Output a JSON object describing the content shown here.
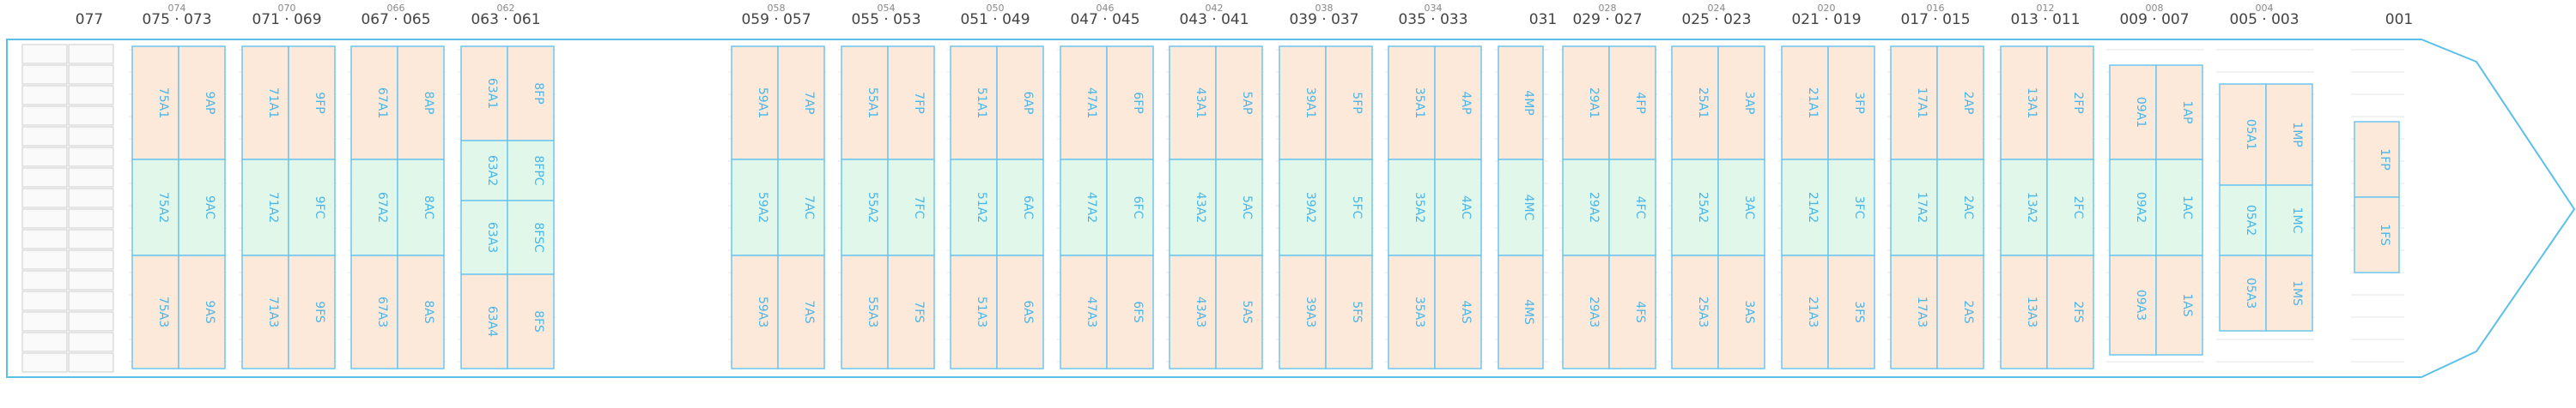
{
  "colors": {
    "hull": "#5bc0e8",
    "slot_peach": "#fde9da",
    "slot_green": "#e0f7ea",
    "slot_blue_border": "#6ec6ee",
    "slot_text": "#4ab6e8",
    "bay_text": "#444444",
    "bay_sub_text": "#888888",
    "grey_grid": "#cccccc"
  },
  "bays": [
    {
      "label": "077",
      "sub": "",
      "hold": "accommodation",
      "slots": []
    },
    {
      "label": "075 · 073",
      "sub": "074",
      "slots": [
        {
          "row": "upper",
          "text": "75A1",
          "shade": "peach"
        },
        {
          "row": "upper",
          "text": "9AP",
          "shade": "peach"
        },
        {
          "row": "middle",
          "text": "75A2",
          "shade": "green"
        },
        {
          "row": "middle",
          "text": "9AC",
          "shade": "green"
        },
        {
          "row": "lower",
          "text": "75A3",
          "shade": "peach"
        },
        {
          "row": "lower",
          "text": "9AS",
          "shade": "peach"
        }
      ]
    },
    {
      "label": "071 · 069",
      "sub": "070",
      "slots": [
        {
          "row": "upper",
          "text": "71A1",
          "shade": "peach"
        },
        {
          "row": "upper",
          "text": "9FP",
          "shade": "peach"
        },
        {
          "row": "middle",
          "text": "71A2",
          "shade": "green"
        },
        {
          "row": "middle",
          "text": "9FC",
          "shade": "green"
        },
        {
          "row": "lower",
          "text": "71A3",
          "shade": "peach"
        },
        {
          "row": "lower",
          "text": "9FS",
          "shade": "peach"
        }
      ]
    },
    {
      "label": "067 · 065",
      "sub": "066",
      "slots": [
        {
          "row": "upper",
          "text": "67A1",
          "shade": "peach"
        },
        {
          "row": "upper",
          "text": "8AP",
          "shade": "peach"
        },
        {
          "row": "middle",
          "text": "67A2",
          "shade": "green"
        },
        {
          "row": "middle",
          "text": "8AC",
          "shade": "green"
        },
        {
          "row": "lower",
          "text": "67A3",
          "shade": "peach"
        },
        {
          "row": "lower",
          "text": "8AS",
          "shade": "peach"
        }
      ]
    },
    {
      "label": "063 · 061",
      "sub": "062",
      "hold": "four-tier",
      "slots": [
        {
          "row": "t1",
          "text": "63A1",
          "shade": "peach"
        },
        {
          "row": "t1",
          "text": "8FP",
          "shade": "peach"
        },
        {
          "row": "t2",
          "text": "63A2",
          "shade": "green"
        },
        {
          "row": "t2",
          "text": "8FPC",
          "shade": "green"
        },
        {
          "row": "t3",
          "text": "63A3",
          "shade": "green"
        },
        {
          "row": "t3",
          "text": "8FSC",
          "shade": "green"
        },
        {
          "row": "t4",
          "text": "63A4",
          "shade": "peach"
        },
        {
          "row": "t4",
          "text": "8FS",
          "shade": "peach"
        }
      ]
    },
    {
      "label": "059 · 057",
      "sub": "058",
      "slots": [
        {
          "row": "upper",
          "text": "59A1",
          "shade": "peach"
        },
        {
          "row": "upper",
          "text": "7AP",
          "shade": "peach"
        },
        {
          "row": "middle",
          "text": "59A2",
          "shade": "green"
        },
        {
          "row": "middle",
          "text": "7AC",
          "shade": "green"
        },
        {
          "row": "lower",
          "text": "59A3",
          "shade": "peach"
        },
        {
          "row": "lower",
          "text": "7AS",
          "shade": "peach"
        }
      ]
    },
    {
      "label": "055 · 053",
      "sub": "054",
      "slots": [
        {
          "row": "upper",
          "text": "55A1",
          "shade": "peach"
        },
        {
          "row": "upper",
          "text": "7FP",
          "shade": "peach"
        },
        {
          "row": "middle",
          "text": "55A2",
          "shade": "green"
        },
        {
          "row": "middle",
          "text": "7FC",
          "shade": "green"
        },
        {
          "row": "lower",
          "text": "55A3",
          "shade": "peach"
        },
        {
          "row": "lower",
          "text": "7FS",
          "shade": "peach"
        }
      ]
    },
    {
      "label": "051 · 049",
      "sub": "050",
      "slots": [
        {
          "row": "upper",
          "text": "51A1",
          "shade": "peach"
        },
        {
          "row": "upper",
          "text": "6AP",
          "shade": "peach"
        },
        {
          "row": "middle",
          "text": "51A2",
          "shade": "green"
        },
        {
          "row": "middle",
          "text": "6AC",
          "shade": "green"
        },
        {
          "row": "lower",
          "text": "51A3",
          "shade": "peach"
        },
        {
          "row": "lower",
          "text": "6AS",
          "shade": "peach"
        }
      ]
    },
    {
      "label": "047 · 045",
      "sub": "046",
      "slots": [
        {
          "row": "upper",
          "text": "47A1",
          "shade": "peach"
        },
        {
          "row": "upper",
          "text": "6FP",
          "shade": "peach"
        },
        {
          "row": "middle",
          "text": "47A2",
          "shade": "green"
        },
        {
          "row": "middle",
          "text": "6FC",
          "shade": "green"
        },
        {
          "row": "lower",
          "text": "47A3",
          "shade": "peach"
        },
        {
          "row": "lower",
          "text": "6FS",
          "shade": "peach"
        }
      ]
    },
    {
      "label": "043 · 041",
      "sub": "042",
      "slots": [
        {
          "row": "upper",
          "text": "43A1",
          "shade": "peach"
        },
        {
          "row": "upper",
          "text": "5AP",
          "shade": "peach"
        },
        {
          "row": "middle",
          "text": "43A2",
          "shade": "green"
        },
        {
          "row": "middle",
          "text": "5AC",
          "shade": "green"
        },
        {
          "row": "lower",
          "text": "43A3",
          "shade": "peach"
        },
        {
          "row": "lower",
          "text": "5AS",
          "shade": "peach"
        }
      ]
    },
    {
      "label": "039 · 037",
      "sub": "038",
      "slots": [
        {
          "row": "upper",
          "text": "39A1",
          "shade": "peach"
        },
        {
          "row": "upper",
          "text": "5FP",
          "shade": "peach"
        },
        {
          "row": "middle",
          "text": "39A2",
          "shade": "green"
        },
        {
          "row": "middle",
          "text": "5FC",
          "shade": "green"
        },
        {
          "row": "lower",
          "text": "39A3",
          "shade": "peach"
        },
        {
          "row": "lower",
          "text": "5FS",
          "shade": "peach"
        }
      ]
    },
    {
      "label": "035 · 033",
      "sub": "034",
      "slots": [
        {
          "row": "upper",
          "text": "35A1",
          "shade": "peach"
        },
        {
          "row": "upper",
          "text": "4AP",
          "shade": "peach"
        },
        {
          "row": "middle",
          "text": "35A2",
          "shade": "green"
        },
        {
          "row": "middle",
          "text": "4AC",
          "shade": "green"
        },
        {
          "row": "lower",
          "text": "35A3",
          "shade": "peach"
        },
        {
          "row": "lower",
          "text": "4AS",
          "shade": "peach"
        }
      ]
    },
    {
      "label": "031",
      "sub": "",
      "hold": "single",
      "slots": [
        {
          "row": "upper",
          "text": "4MP",
          "shade": "peach"
        },
        {
          "row": "middle",
          "text": "4MC",
          "shade": "green"
        },
        {
          "row": "lower",
          "text": "4MS",
          "shade": "peach"
        }
      ]
    },
    {
      "label": "029 · 027",
      "sub": "028",
      "slots": [
        {
          "row": "upper",
          "text": "29A1",
          "shade": "peach"
        },
        {
          "row": "upper",
          "text": "4FP",
          "shade": "peach"
        },
        {
          "row": "middle",
          "text": "29A2",
          "shade": "green"
        },
        {
          "row": "middle",
          "text": "4FC",
          "shade": "green"
        },
        {
          "row": "lower",
          "text": "29A3",
          "shade": "peach"
        },
        {
          "row": "lower",
          "text": "4FS",
          "shade": "peach"
        }
      ]
    },
    {
      "label": "025 · 023",
      "sub": "024",
      "slots": [
        {
          "row": "upper",
          "text": "25A1",
          "shade": "peach"
        },
        {
          "row": "upper",
          "text": "3AP",
          "shade": "peach"
        },
        {
          "row": "middle",
          "text": "25A2",
          "shade": "green"
        },
        {
          "row": "middle",
          "text": "3AC",
          "shade": "green"
        },
        {
          "row": "lower",
          "text": "25A3",
          "shade": "peach"
        },
        {
          "row": "lower",
          "text": "3AS",
          "shade": "peach"
        }
      ]
    },
    {
      "label": "021 · 019",
      "sub": "020",
      "slots": [
        {
          "row": "upper",
          "text": "21A1",
          "shade": "peach"
        },
        {
          "row": "upper",
          "text": "3FP",
          "shade": "peach"
        },
        {
          "row": "middle",
          "text": "21A2",
          "shade": "green"
        },
        {
          "row": "middle",
          "text": "3FC",
          "shade": "green"
        },
        {
          "row": "lower",
          "text": "21A3",
          "shade": "peach"
        },
        {
          "row": "lower",
          "text": "3FS",
          "shade": "peach"
        }
      ]
    },
    {
      "label": "017 · 015",
      "sub": "016",
      "slots": [
        {
          "row": "upper",
          "text": "17A1",
          "shade": "peach"
        },
        {
          "row": "upper",
          "text": "2AP",
          "shade": "peach"
        },
        {
          "row": "middle",
          "text": "17A2",
          "shade": "green"
        },
        {
          "row": "middle",
          "text": "2AC",
          "shade": "green"
        },
        {
          "row": "lower",
          "text": "17A3",
          "shade": "peach"
        },
        {
          "row": "lower",
          "text": "2AS",
          "shade": "peach"
        }
      ]
    },
    {
      "label": "013 · 011",
      "sub": "012",
      "slots": [
        {
          "row": "upper",
          "text": "13A1",
          "shade": "peach"
        },
        {
          "row": "upper",
          "text": "2FP",
          "shade": "peach"
        },
        {
          "row": "middle",
          "text": "13A2",
          "shade": "green"
        },
        {
          "row": "middle",
          "text": "2FC",
          "shade": "green"
        },
        {
          "row": "lower",
          "text": "13A3",
          "shade": "peach"
        },
        {
          "row": "lower",
          "text": "2FS",
          "shade": "peach"
        }
      ]
    },
    {
      "label": "009 · 007",
      "sub": "008",
      "hold": "shifted",
      "slots": [
        {
          "row": "upper",
          "text": "09A1",
          "shade": "peach"
        },
        {
          "row": "upper",
          "text": "1AP",
          "shade": "peach"
        },
        {
          "row": "middle",
          "text": "09A2",
          "shade": "green"
        },
        {
          "row": "middle",
          "text": "1AC",
          "shade": "green"
        },
        {
          "row": "lower",
          "text": "09A3",
          "shade": "peach"
        },
        {
          "row": "lower",
          "text": "1AS",
          "shade": "peach"
        }
      ]
    },
    {
      "label": "005 · 003",
      "sub": "004",
      "hold": "shifted2",
      "slots": [
        {
          "row": "upper",
          "text": "05A1",
          "shade": "peach"
        },
        {
          "row": "upper",
          "text": "1MP",
          "shade": "peach"
        },
        {
          "row": "middle",
          "text": "05A2",
          "shade": "green"
        },
        {
          "row": "middle",
          "text": "1MC",
          "shade": "green"
        },
        {
          "row": "lower",
          "text": "05A3",
          "shade": "peach"
        },
        {
          "row": "lower",
          "text": "1MS",
          "shade": "peach"
        }
      ]
    },
    {
      "label": "001",
      "sub": "",
      "hold": "bow",
      "slots": [
        {
          "row": "upper",
          "text": "1FP",
          "shade": "peach"
        },
        {
          "row": "lower",
          "text": "1FS",
          "shade": "peach"
        }
      ]
    }
  ]
}
